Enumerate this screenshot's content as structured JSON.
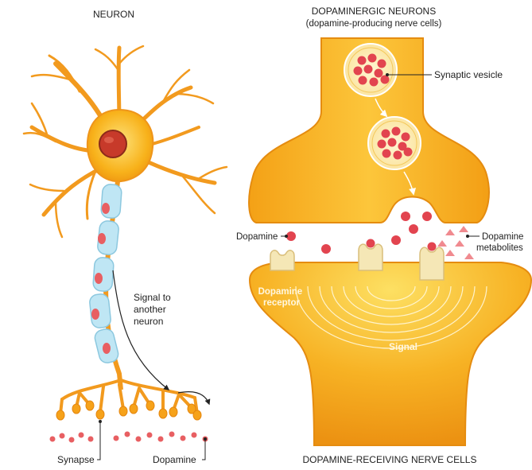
{
  "left": {
    "title": "NEURON",
    "signal_label": [
      "Signal to",
      "another",
      "neuron"
    ],
    "synapse_label": "Synapse",
    "dopamine_label": "Dopamine"
  },
  "right": {
    "title": "DOPAMINERGIC NEURONS",
    "subtitle": "(dopamine-producing nerve cells)",
    "vesicle_label": "Synaptic vesicle",
    "dopamine_label": "Dopamine",
    "metabolites_label": [
      "Dopamine",
      "metabolites"
    ],
    "receptor_label": [
      "Dopamine",
      "receptor"
    ],
    "signal_label": "Signal",
    "bottom_title": "DOPAMINE-RECEIVING NERVE CELLS"
  },
  "colors": {
    "cell_orange": "#f5a313",
    "cell_light": "#fbd24e",
    "dopamine_red": "#e2444f",
    "myelin_blue": "#bfe6f4",
    "receptor_cream": "#f5e7b6"
  }
}
